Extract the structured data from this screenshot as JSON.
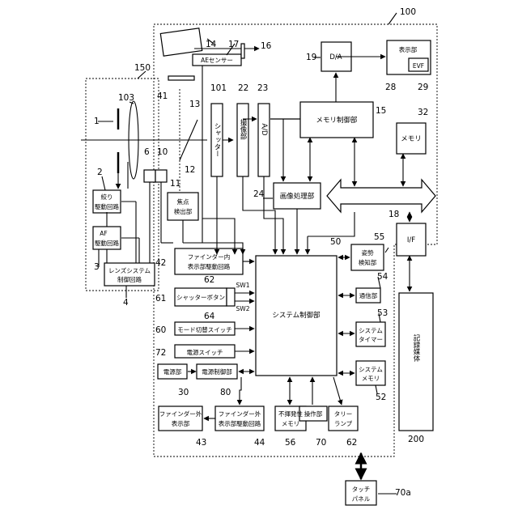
{
  "refs": {
    "r100": "100",
    "r150": "150",
    "r103": "103",
    "r1": "1",
    "r2": "2",
    "r3": "3",
    "r4": "4",
    "r6": "6",
    "r10": "10",
    "r11": "11",
    "r12": "12",
    "r13": "13",
    "r14": "14",
    "r16": "16",
    "r17": "17",
    "r41": "41",
    "r101": "101",
    "r22": "22",
    "r23": "23",
    "r15": "15",
    "r19": "19",
    "r28": "28",
    "r29": "29",
    "r32": "32",
    "r24": "24",
    "r18": "18",
    "r50": "50",
    "r55": "55",
    "r42": "42",
    "r62a": "62",
    "r61": "61",
    "r64": "64",
    "r54": "54",
    "r53": "53",
    "r60": "60",
    "r72": "72",
    "r52": "52",
    "r30": "30",
    "r80": "80",
    "r43": "43",
    "r44": "44",
    "r56": "56",
    "r70": "70",
    "r62b": "62",
    "r200": "200",
    "r70a": "70a"
  },
  "labels": {
    "ae_sensor": "AEセンサー",
    "da": "D/A",
    "display": "表示部",
    "evf": "EVF",
    "shutter": "シャッター",
    "imager": "撮像部",
    "ad": "A/D",
    "memctrl": "メモリ制御部",
    "memory": "メモリ",
    "aperture_1": "絞り",
    "aperture_2": "駆動回路",
    "af_1": "AF",
    "af_2": "駆動回路",
    "lens_1": "レンズシステム",
    "lens_2": "制御回路",
    "focus_1": "焦点",
    "focus_2": "検出部",
    "imgproc": "画像処理部",
    "if": "I/F",
    "attitude_1": "姿勢",
    "attitude_2": "検知部",
    "vf_in_1": "ファインダー内",
    "vf_in_2": "表示部駆動回路",
    "shutter_btn": "シャッターボタン",
    "sw1": "SW1",
    "sw2": "SW2",
    "syscontrol": "システム制御部",
    "comm": "通信部",
    "timer_1": "システム",
    "timer_2": "タイマー",
    "mode_sw": "モード切替スイッチ",
    "power_sw": "電源スイッチ",
    "sysmem_1": "システム",
    "sysmem_2": "メモリ",
    "media": "記録媒体",
    "power": "電源部",
    "powerctrl": "電源制御部",
    "vf_out_disp_1": "ファインダー外",
    "vf_out_disp_2": "表示部",
    "vf_out_drv_1": "ファインダー外",
    "vf_out_drv_2": "表示部駆動回路",
    "nvmem_1": "不揮発性",
    "nvmem_2": "メモリ",
    "ops": "操作部",
    "tally_1": "タリー",
    "tally_2": "ランプ",
    "touch_1": "タッチ",
    "touch_2": "パネル"
  }
}
